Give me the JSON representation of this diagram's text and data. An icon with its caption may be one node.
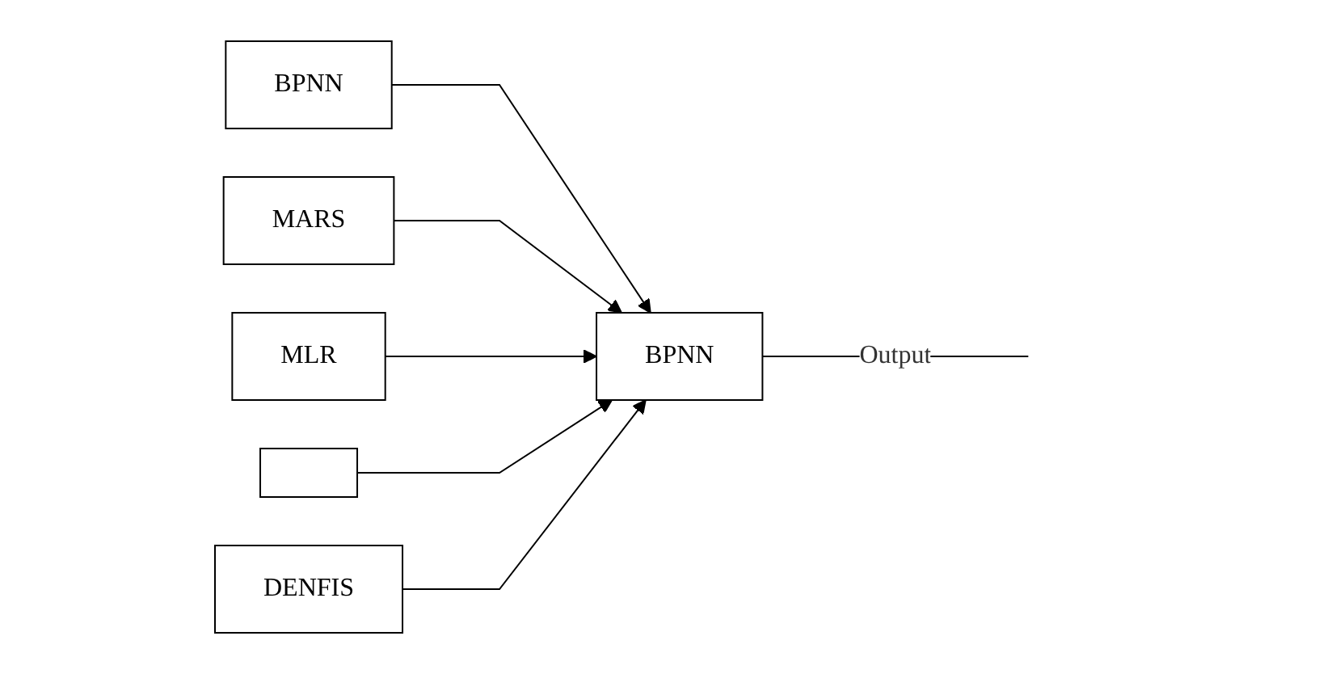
{
  "diagram": {
    "nodes": [
      {
        "text": [
          "BPNN"
        ]
      },
      {
        "text": [
          "MARS"
        ]
      },
      {
        "text": [
          "MLR"
        ]
      },
      {
        "text": [],
        "shape": "box"
      },
      {
        "text": [
          "DENFIS"
        ]
      },
      {
        "text": [
          "BPNN"
        ]
      }
    ],
    "edges": [
      {
        "from": 0,
        "to": 5,
        "arrow": "to"
      },
      {
        "from": 1,
        "to": 5,
        "arrow": "to"
      },
      {
        "from": 2,
        "to": 5,
        "arrow": "to"
      },
      {
        "from": 3,
        "to": 5,
        "arrow": "to"
      },
      {
        "from": 4,
        "to": 5,
        "arrow": "to"
      },
      {
        "from": 5,
        "to": null,
        "arrow": "none",
        "label": "Output"
      }
    ]
  }
}
